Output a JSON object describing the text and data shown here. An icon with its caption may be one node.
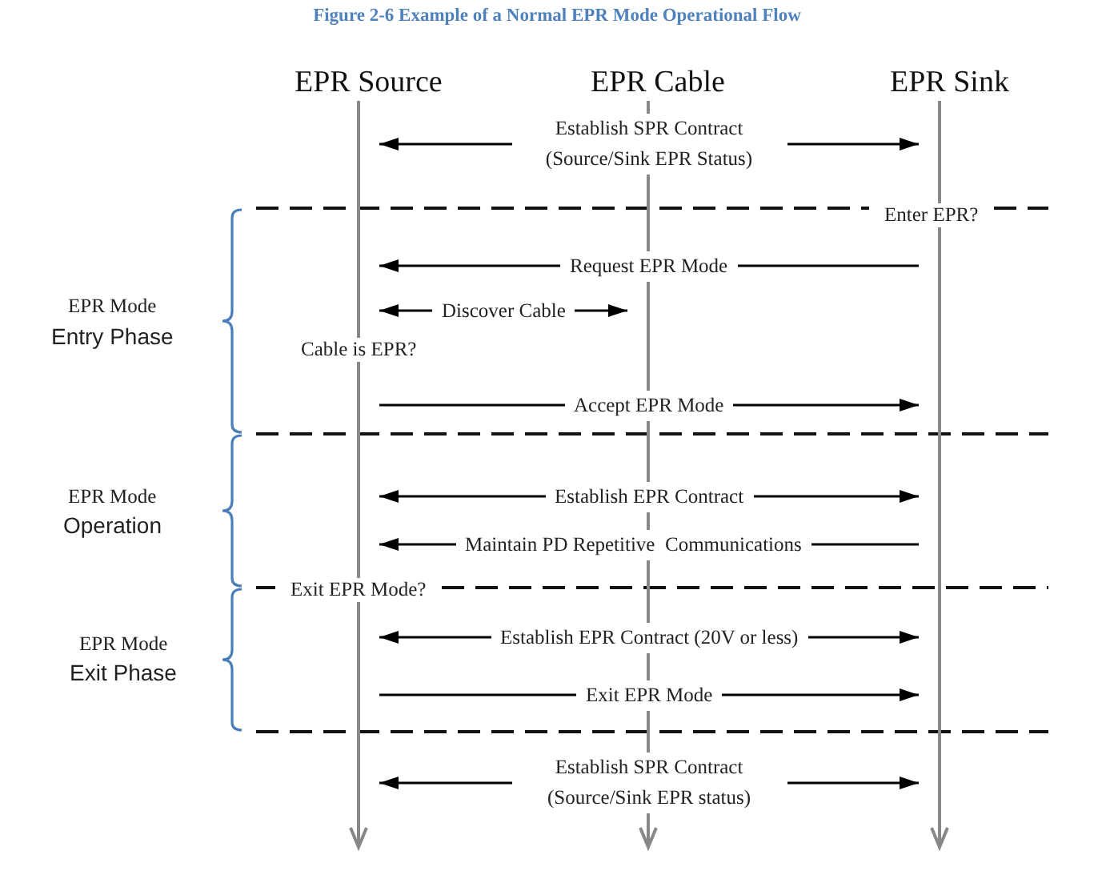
{
  "diagram": {
    "title": "Figure 2-6 Example of a Normal EPR Mode Operational Flow",
    "nodes": [
      {
        "text": [
          "EPR Source"
        ]
      },
      {
        "text": [
          "EPR Cable"
        ]
      },
      {
        "text": [
          "EPR Sink"
        ]
      },
      {
        "text": [],
        "shape": "bar"
      },
      {
        "text": [],
        "shape": "bar"
      },
      {
        "text": [],
        "shape": "bar"
      }
    ],
    "edges": [
      {
        "from": 3,
        "to": 5,
        "arrow": "both",
        "label": "Establish SPR Contract (Source/Sink EPR Status)"
      },
      {
        "from": 5,
        "to": 3,
        "arrow": "to",
        "label": "Request EPR Mode"
      },
      {
        "from": 3,
        "to": 4,
        "arrow": "both",
        "label": "Discover Cable"
      },
      {
        "from": 3,
        "to": 5,
        "arrow": "to",
        "label": "Accept EPR Mode"
      },
      {
        "from": 3,
        "to": 5,
        "arrow": "both",
        "label": "Establish EPR Contract"
      },
      {
        "from": 5,
        "to": 3,
        "arrow": "to",
        "label": "Maintain PD Repetitive  Communications"
      },
      {
        "from": 3,
        "to": 5,
        "arrow": "both",
        "label": "Establish EPR Contract (20V or less)"
      },
      {
        "from": 3,
        "to": 5,
        "arrow": "to",
        "label": "Exit EPR Mode"
      },
      {
        "from": 3,
        "to": 5,
        "arrow": "both",
        "label": "Establish SPR Contract (Source/Sink EPR status)"
      }
    ],
    "labels": [
      "Enter EPR?",
      "EPR Mode",
      "Entry Phase",
      "Cable is EPR?",
      "EPR Mode",
      "Operation",
      "Exit EPR Mode?",
      "EPR Mode",
      "Exit Phase"
    ]
  }
}
